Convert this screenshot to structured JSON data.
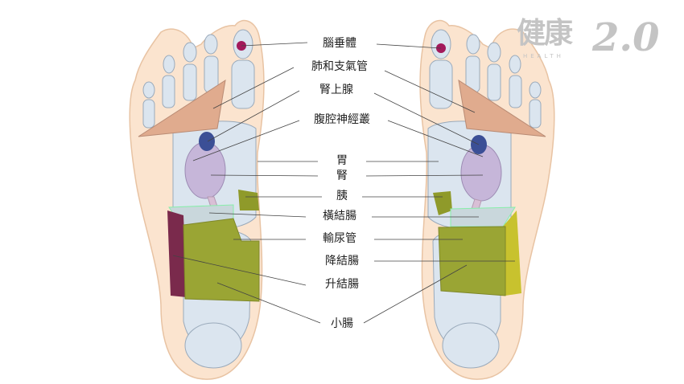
{
  "logo": {
    "chinese": "健康",
    "number": "2.0",
    "english": "HEALTH"
  },
  "labels": [
    {
      "id": "pituitary",
      "text": "腦垂體"
    },
    {
      "id": "lungs",
      "text": "肺和支氣管"
    },
    {
      "id": "adrenal",
      "text": "腎上腺"
    },
    {
      "id": "solar-plexus",
      "text": "腹腔神經叢"
    },
    {
      "id": "stomach",
      "text": "胃"
    },
    {
      "id": "kidney",
      "text": "腎"
    },
    {
      "id": "pancreas",
      "text": "胰"
    },
    {
      "id": "transverse-colon",
      "text": "橫結腸"
    },
    {
      "id": "ureter",
      "text": "輸尿管"
    },
    {
      "id": "descending-colon",
      "text": "降結腸"
    },
    {
      "id": "ascending-colon",
      "text": "升結腸"
    },
    {
      "id": "small-intestine",
      "text": "小腸"
    }
  ],
  "colors": {
    "skin": "#fbe4cf",
    "bone": "#dbe5ef",
    "lung": "#e0ab8e",
    "adrenal": "#3b4f96",
    "kidney": "#c6b6d9",
    "pancreas": "#8f9a2a",
    "intestine": "#9aa534",
    "ascending": "#7a2a4c",
    "descending": "#c8c22e",
    "ureter": "#d9bfd6"
  }
}
